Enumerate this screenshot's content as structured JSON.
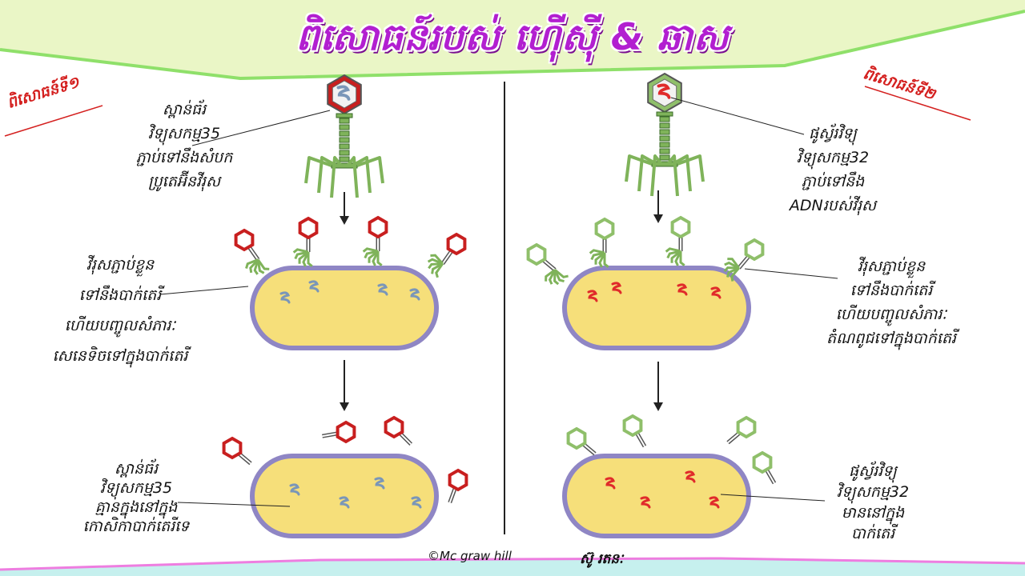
{
  "title": "ពិសោធន៍របស់ ហ៊ើស៊ី & ឆាស",
  "experiment_1_label": "ពិសោធន៍ទី១",
  "experiment_2_label": "ពិសោធន៍ទី២",
  "left": {
    "phage_caption": [
      "ស្ពាន់ធ័រ",
      "វិទ្យុសកម្ម35",
      "ភ្ជាប់ទៅនឹងសំបក",
      "ប្រូតេអ៊ីនវីរុស"
    ],
    "infect_caption": [
      "វីរុសភ្ជាប់ខ្លួន",
      "ទៅនឹងបាក់តេរី",
      "ហើយបញ្ចូលសំភារៈ",
      "សេនេទិចទៅក្នុងបាក់តេរី"
    ],
    "result_caption": [
      "ស្ពាន់ធ័រ",
      "វិទ្យុសកម្ម35",
      "គ្មានក្នុងនៅក្នុង",
      "កោសិកាបាក់តេរីទេ"
    ]
  },
  "right": {
    "phage_caption": [
      "ផូស្វ័រវិទ្យុ",
      "វិទ្យុសកម្ម32",
      "ភ្ជាប់ទៅនឹង",
      "ADNរបស់វីរុស"
    ],
    "infect_caption": [
      "វីរុសភ្ជាប់ខ្លួន",
      "ទៅនឹងបាក់តេរី",
      "ហើយបញ្ចូលសំភារៈ",
      "តំណពូជទៅក្នុងបាក់តេរី"
    ],
    "result_caption": [
      "ផូស្វ័រវិទ្យុ",
      "វិទ្យុសកម្ម32",
      "មាននៅក្នុង",
      "បាក់តេរី"
    ]
  },
  "credit": "©Mc graw hill",
  "author": "ស៊ូ រតនៈ",
  "colors": {
    "title": "#b21fd0",
    "banner": "#eaf6c6",
    "banner_edge": "#8fe06a",
    "bottom_strip": "#c6f0ee",
    "bottom_edge": "#ee7de0",
    "capsid_red": "#c81f1f",
    "capsid_green": "#8fbf6a",
    "tail_green": "#7fb35a",
    "cell_fill": "#f6df7a",
    "cell_border": "#8f86c4",
    "dna_blue": "#7a96b8",
    "dna_red": "#e02b2b",
    "label_red": "#d4201f"
  }
}
